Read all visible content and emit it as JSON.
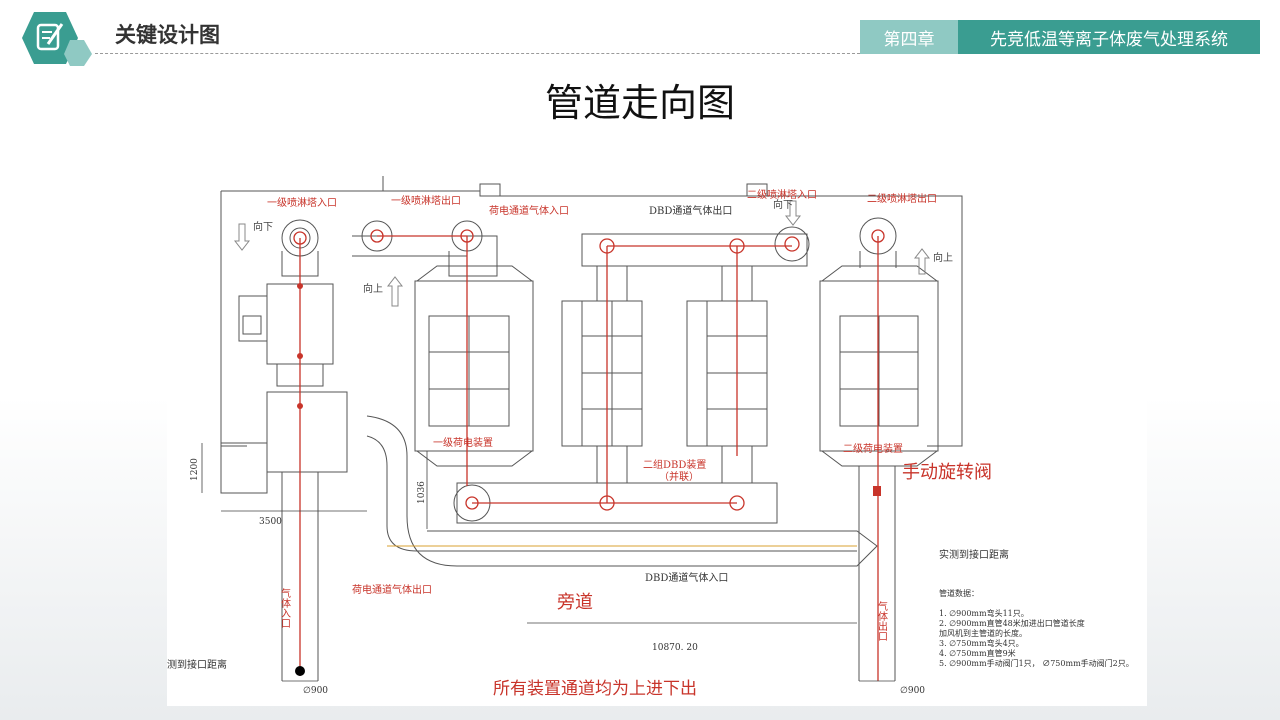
{
  "header": {
    "section_title": "关键设计图",
    "chapter_number": "第四章",
    "chapter_name": "先竞低温等离子体废气处理系统"
  },
  "page_title": "管道走向图",
  "diagram": {
    "labels": {
      "spray1_in": "一级喷淋塔入口",
      "spray1_out": "一级喷淋塔出口",
      "charge_in": "荷电通道气体入口",
      "dbd_out": "DBD通道气体出口",
      "spray2_in": "二级喷淋塔入口",
      "spray2_out": "二级喷淋塔出口",
      "down1": "向下",
      "up1": "向上",
      "down2": "向下",
      "up2": "向上",
      "charge1": "一级荷电装置",
      "dbd_group": "二组DBD装置",
      "dbd_parallel": "（并联）",
      "charge2": "二级荷电装置",
      "manual_valve": "手动旋转阀",
      "gas_in": "气体入口",
      "gas_out": "气体出口",
      "charge_out": "荷电通道气体出口",
      "dbd_in": "DBD通道气体入口",
      "bypass": "旁道",
      "measure1": "测到接口距离",
      "measure2": "实测到接口距离",
      "dim_1200": "1200",
      "dim_3500": "3500",
      "dim_1036": "1036",
      "dim_10870": "10870. 20",
      "dia_900_a": "∅900",
      "dia_900_b": "∅900",
      "footer_note": "所有装置通道均为上进下出"
    },
    "pipe_data": {
      "title": "管道数据：",
      "lines": [
        "1. ∅900mm弯头11只。",
        "2. ∅900mm直管48米加进出口管道长度",
        "加风机到主管道的长度。",
        "3. ∅750mm弯头4只。",
        "4. ∅750mm直管9米",
        "5. ∅900mm手动阀门1只， ∅750mm手动阀门2只。"
      ]
    }
  }
}
